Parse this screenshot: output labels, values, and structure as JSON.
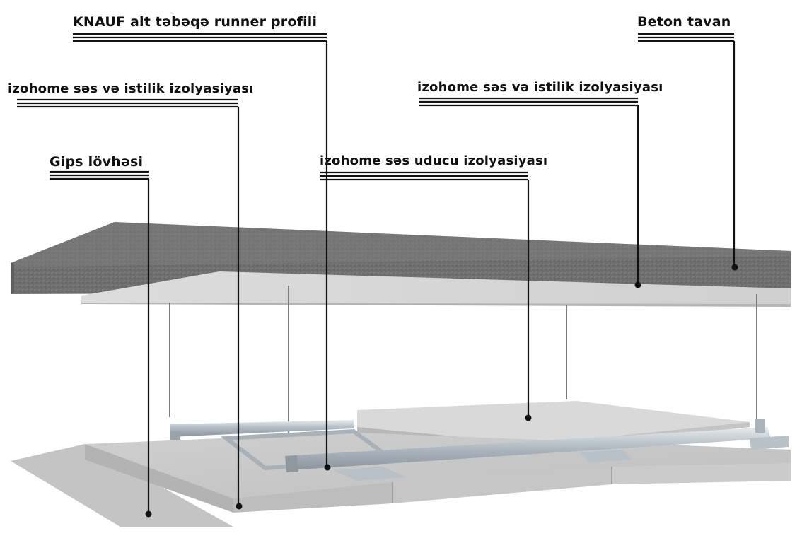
{
  "colors": {
    "text": "#111111",
    "leader": "#111111",
    "concrete_slab": "#6f6f6f",
    "insulation_panel": "#d2d2d2",
    "gypsum_board": "#c9c9c9",
    "floor_shadow": "#bdbdbd",
    "steel_profile": "#b9c1c8"
  },
  "callouts": [
    {
      "id": "runner-profile",
      "text": "KNAUF alt təbəqə runner profili"
    },
    {
      "id": "concrete-ceiling",
      "text": "Beton tavan"
    },
    {
      "id": "thermal-insulation-left",
      "text": "izohome səs və istilik izolyasiyası"
    },
    {
      "id": "thermal-insulation-right",
      "text": "izohome səs və istilik izolyasiyası"
    },
    {
      "id": "gypsum-board",
      "text": "Gips lövhəsi"
    },
    {
      "id": "acoustic-insulation",
      "text": "izohome səs uducu izolyasiyası"
    }
  ]
}
